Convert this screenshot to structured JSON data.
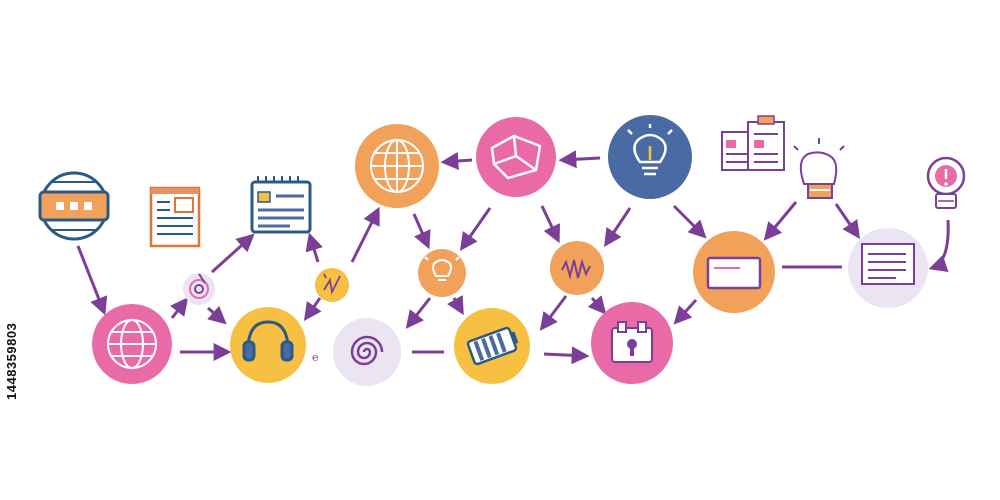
{
  "stock_id": "1448359803",
  "colors": {
    "flow": "#7b3f98",
    "pink": "#ea6aa8",
    "orange": "#f2a15a",
    "yellow": "#f7c043",
    "blue": "#4a6aa3",
    "lavender": "#ebe4f3",
    "ink": "#2b5a84",
    "doc_accent": "#d9773a"
  },
  "nodes": [
    {
      "id": "server",
      "icon": "server-icon"
    },
    {
      "id": "checklist",
      "icon": "checklist-icon"
    },
    {
      "id": "network",
      "icon": "network-board-icon"
    },
    {
      "id": "globe-main",
      "icon": "globe-icon"
    },
    {
      "id": "mindmap",
      "icon": "mindmap-icon"
    },
    {
      "id": "idea",
      "icon": "lightbulb-icon"
    },
    {
      "id": "clipboard",
      "icon": "clipboard-icon"
    },
    {
      "id": "bulb-outline",
      "icon": "lightbulb-outline-icon"
    },
    {
      "id": "alert-bulb",
      "icon": "alert-bulb-icon"
    },
    {
      "id": "globe-small",
      "icon": "globe-icon"
    },
    {
      "id": "target",
      "icon": "target-icon"
    },
    {
      "id": "headphones",
      "icon": "headphones-icon"
    },
    {
      "id": "spark",
      "icon": "spark-icon"
    },
    {
      "id": "spiral",
      "icon": "spiral-icon"
    },
    {
      "id": "small-bulb",
      "icon": "small-bulb-icon"
    },
    {
      "id": "battery",
      "icon": "battery-icon"
    },
    {
      "id": "wave",
      "icon": "waveform-icon"
    },
    {
      "id": "lock",
      "icon": "lock-icon"
    },
    {
      "id": "monitor",
      "icon": "monitor-icon"
    },
    {
      "id": "document",
      "icon": "document-icon"
    }
  ]
}
